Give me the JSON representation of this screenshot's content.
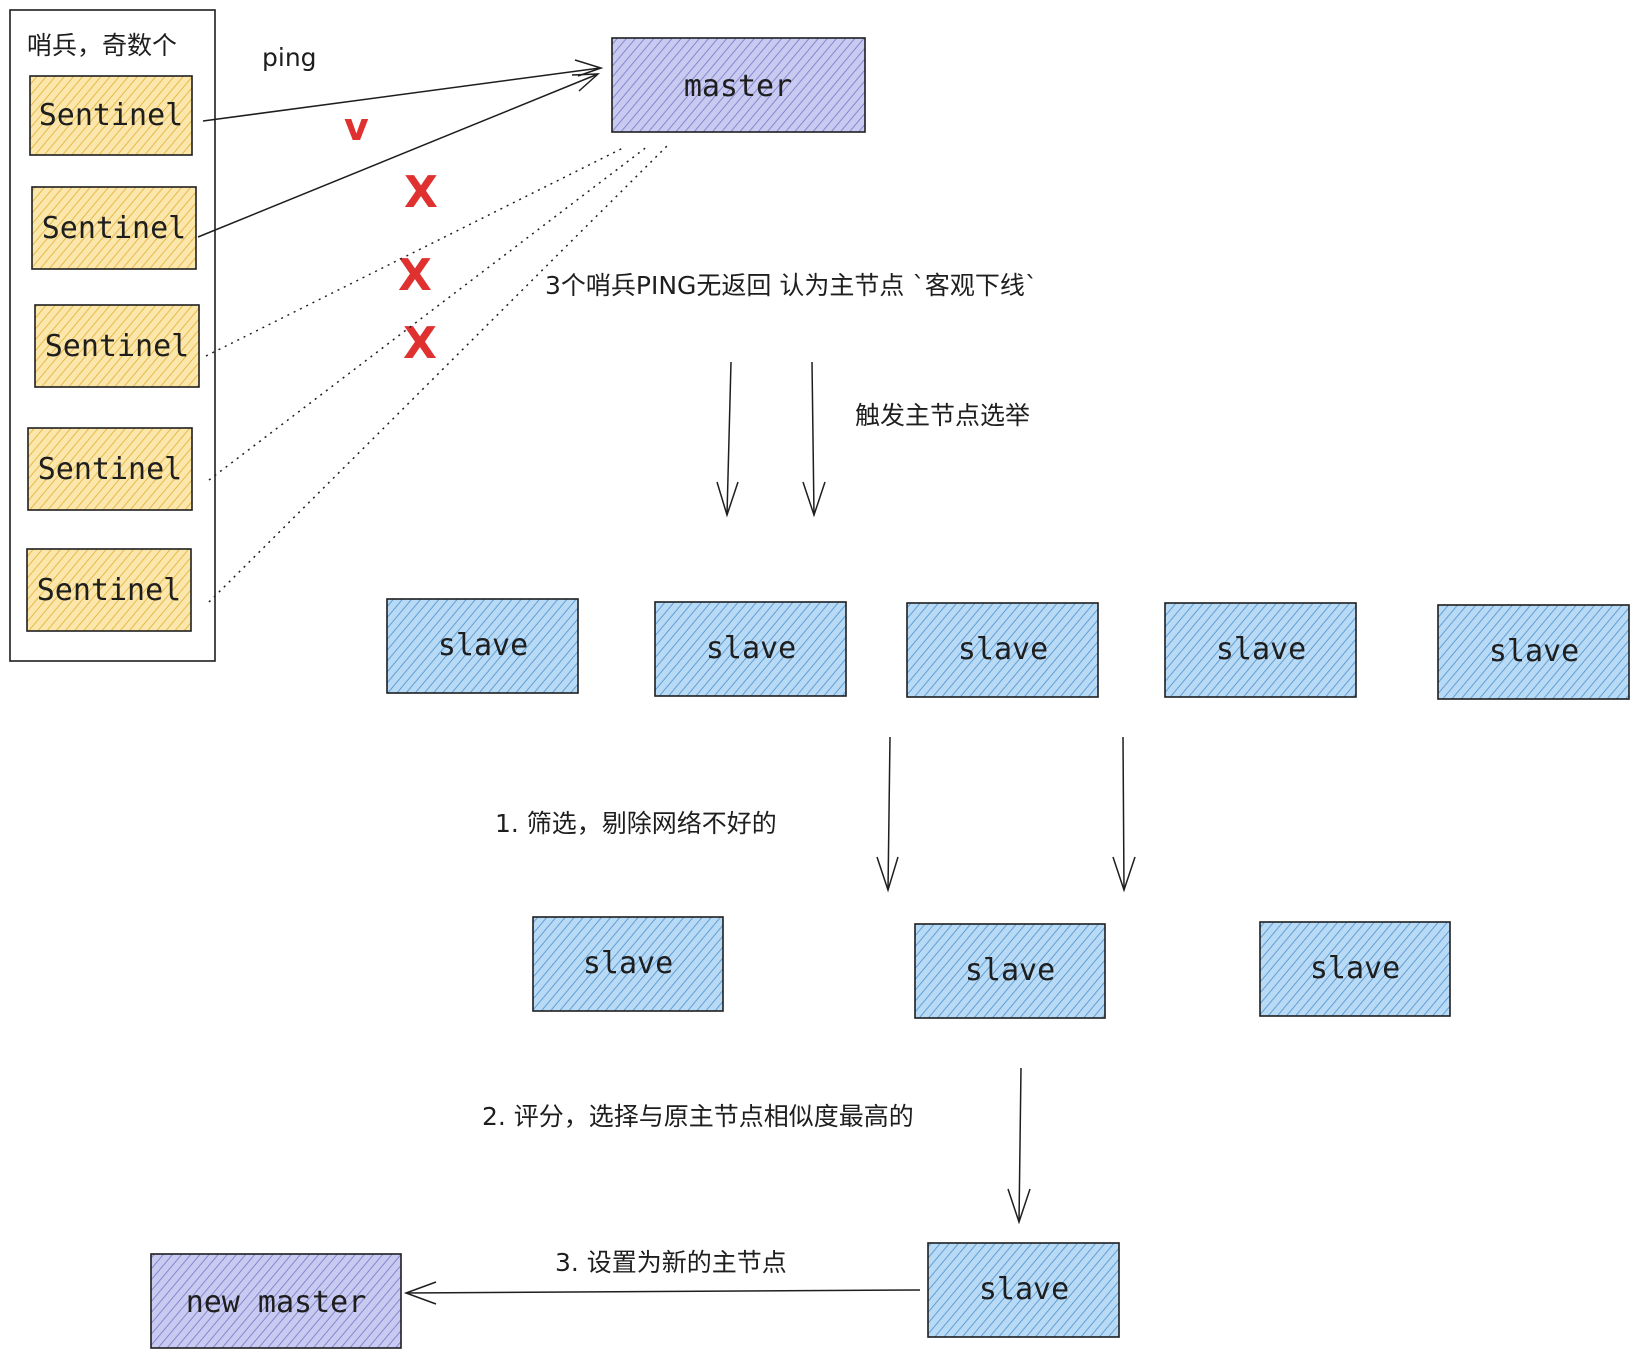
{
  "colors": {
    "sentinel_fill": "#f6d67a",
    "master_fill": "#a5a7e0",
    "slave_fill": "#7fb8e8",
    "stroke": "#1e1e1e",
    "mark": "#e03131"
  },
  "sentinel_group": {
    "title": "哨兵，奇数个",
    "sentinels": [
      "Sentinel",
      "Sentinel",
      "Sentinel",
      "Sentinel",
      "Sentinel"
    ]
  },
  "ping_label": "ping",
  "marks": {
    "ok": "v",
    "fail": "X"
  },
  "master": {
    "label": "master"
  },
  "notes": {
    "objective_down": "3个哨兵PING无返回  认为主节点 `客观下线`",
    "trigger_election": "触发主节点选举",
    "step1": "1.  筛选，剔除网络不好的",
    "step2": "2.  评分，选择与原主节点相似度最高的",
    "step3": "3.  设置为新的主节点"
  },
  "slaves_row1": [
    "slave",
    "slave",
    "slave",
    "slave",
    "slave"
  ],
  "slaves_row2": [
    "slave",
    "slave",
    "slave"
  ],
  "final_slave": "slave",
  "new_master": {
    "label": "new master"
  }
}
